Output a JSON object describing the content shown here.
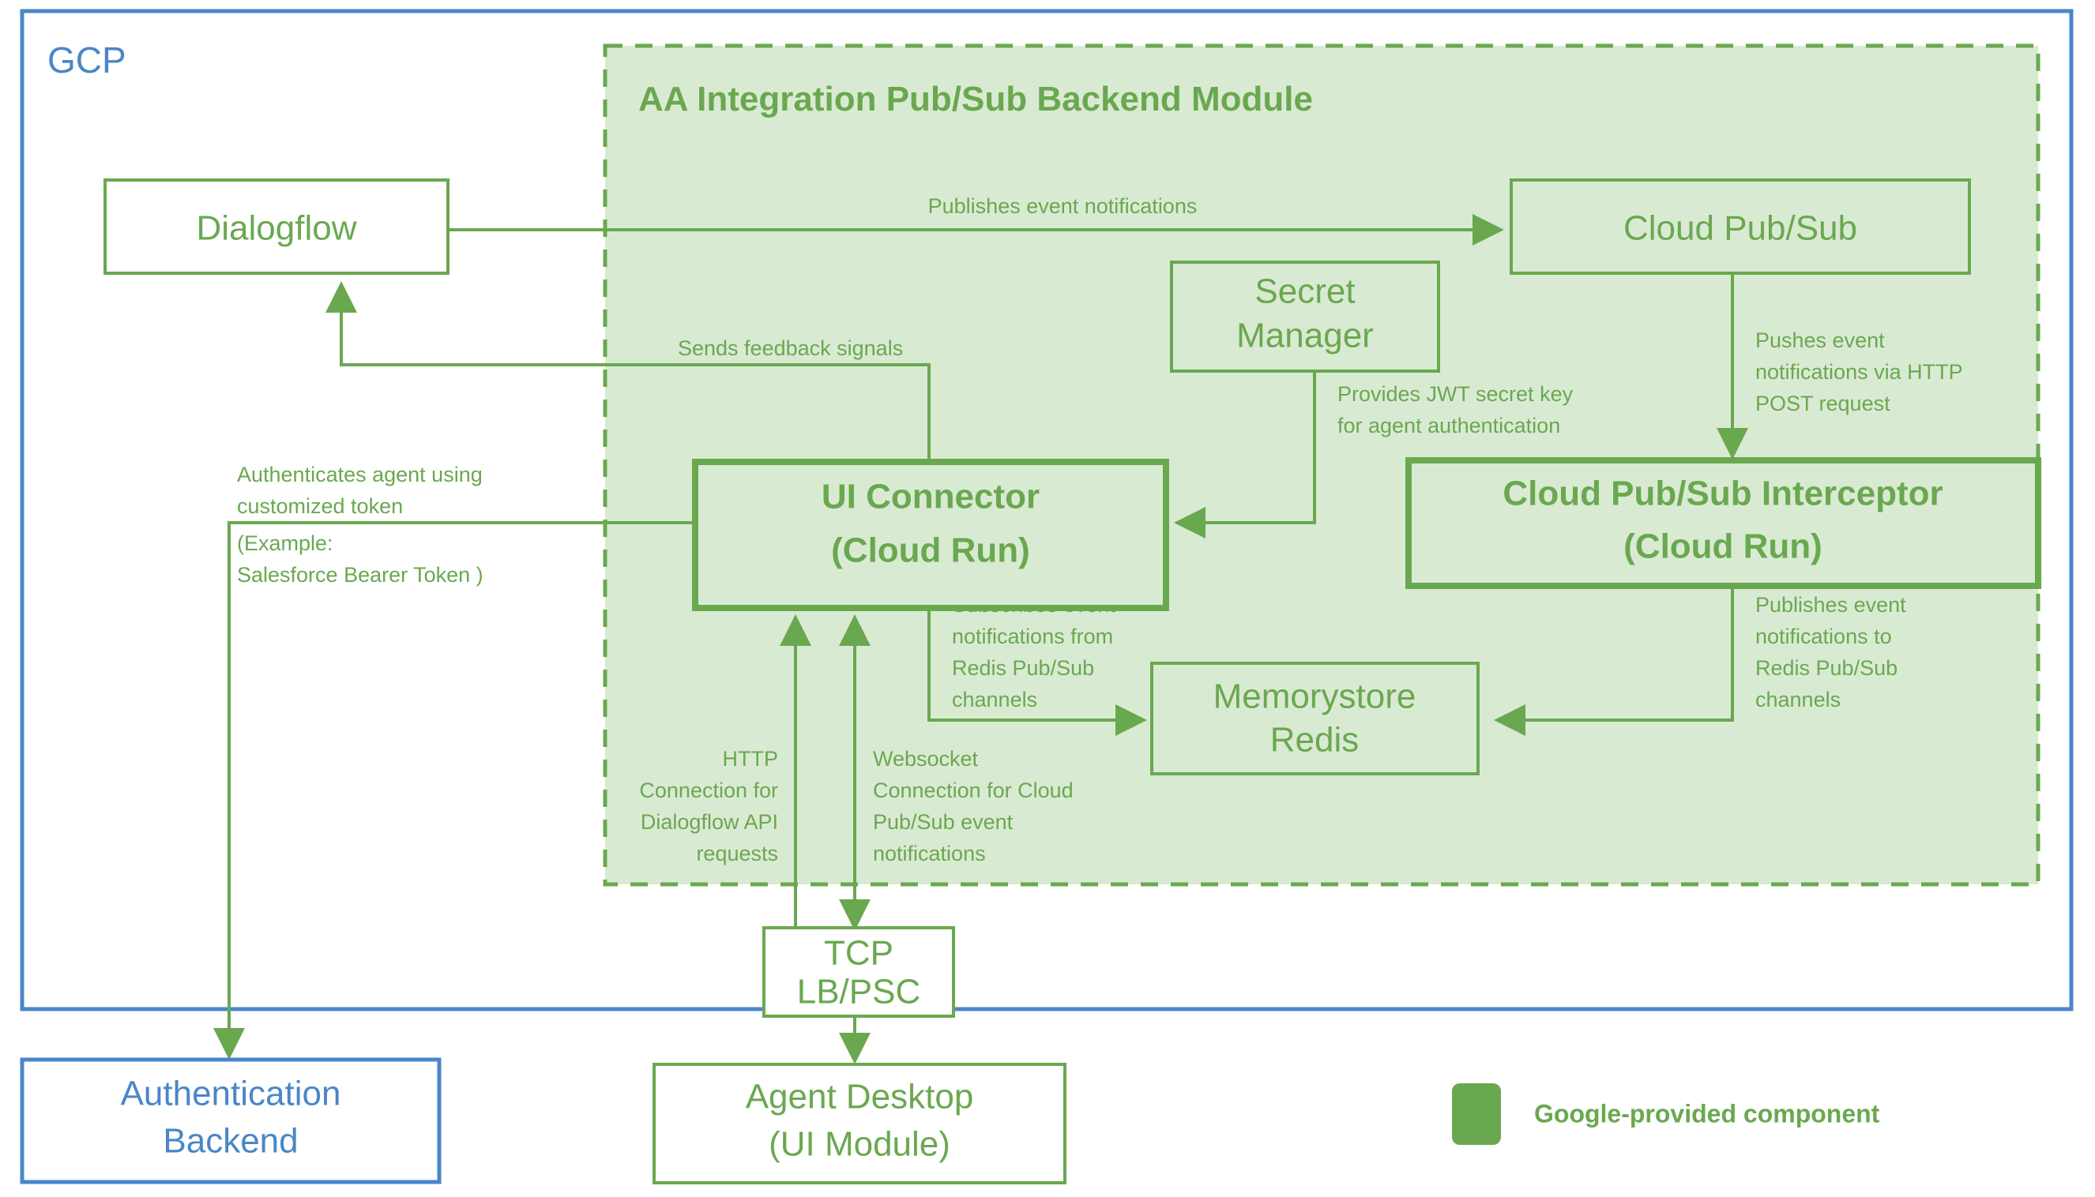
{
  "diagram": {
    "title": "AA Integration Pub/Sub Backend Module",
    "cloud_label": "GCP",
    "colors": {
      "green_stroke": "#6aa84f",
      "green_fill": "#d9ead3",
      "blue_stroke": "#4a86c8",
      "white": "#ffffff"
    },
    "nodes": {
      "dialogflow": {
        "label": "Dialogflow"
      },
      "cloud_pubsub": {
        "label": "Cloud Pub/Sub"
      },
      "secret_manager": {
        "line1": "Secret",
        "line2": "Manager"
      },
      "ui_connector": {
        "line1": "UI Connector",
        "line2": "(Cloud Run)"
      },
      "interceptor": {
        "line1": "Cloud Pub/Sub Interceptor",
        "line2": "(Cloud Run)"
      },
      "memorystore": {
        "line1": "Memorystore",
        "line2": "Redis"
      },
      "tcp_lb": {
        "line1": "TCP",
        "line2": "LB/PSC"
      },
      "agent_desktop": {
        "line1": "Agent Desktop",
        "line2": "(UI Module)"
      },
      "auth_backend": {
        "line1": "Authentication",
        "line2": "Backend"
      }
    },
    "edges": {
      "publishes_event_notifications": "Publishes event notifications",
      "sends_feedback_signals": "Sends feedback signals",
      "provides_jwt": {
        "line1": "Provides JWT secret key",
        "line2": "for agent authentication"
      },
      "pushes_event": {
        "line1": "Pushes event",
        "line2": "notifications via HTTP",
        "line3": "POST request"
      },
      "publishes_to_redis": {
        "line1": "Publishes event",
        "line2": "notifications to",
        "line3": "Redis Pub/Sub",
        "line4": "channels"
      },
      "subscribes_from_redis": {
        "line1": "Subscribes event",
        "line2": "notifications from",
        "line3": "Redis Pub/Sub",
        "line4": "channels"
      },
      "http_connection": {
        "line1": "HTTP",
        "line2": "Connection for",
        "line3": "Dialogflow API",
        "line4": "requests"
      },
      "websocket_connection": {
        "line1": "Websocket",
        "line2": "Connection for Cloud",
        "line3": "Pub/Sub event",
        "line4": "notifications"
      },
      "authenticates_agent": {
        "line1": "Authenticates agent using",
        "line2": "customized token",
        "line3": "(Example:",
        "line4": "Salesforce Bearer Token )"
      }
    },
    "legend": {
      "swatch_color": "#6aa84f",
      "label": "Google-provided component"
    }
  }
}
